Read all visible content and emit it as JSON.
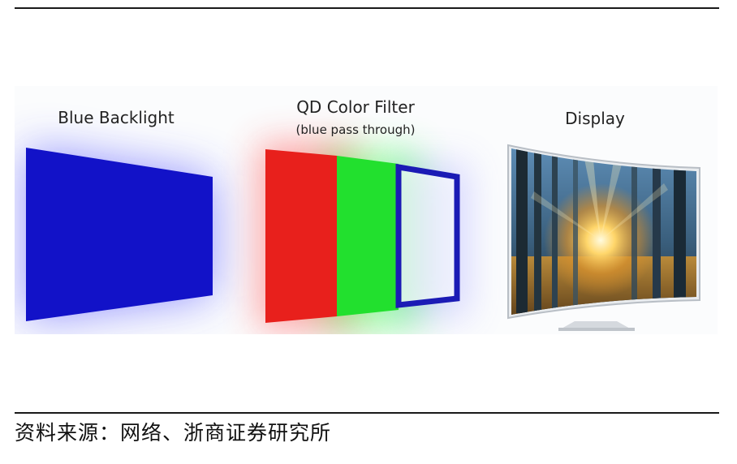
{
  "diagram": {
    "stages": [
      {
        "id": "backlight",
        "title": "Blue Backlight"
      },
      {
        "id": "filter",
        "title": "QD Color Filter",
        "subtitle": "(blue pass through)"
      },
      {
        "id": "display",
        "title": "Display"
      }
    ],
    "filter_panels": [
      "red",
      "green",
      "blue-pass-through"
    ],
    "colors": {
      "backlight": "#1212c8",
      "red": "#e8201c",
      "green": "#22e02e",
      "blue_frame": "#1b1bb5"
    }
  },
  "footer": {
    "source": "资料来源：网络、浙商证券研究所"
  }
}
